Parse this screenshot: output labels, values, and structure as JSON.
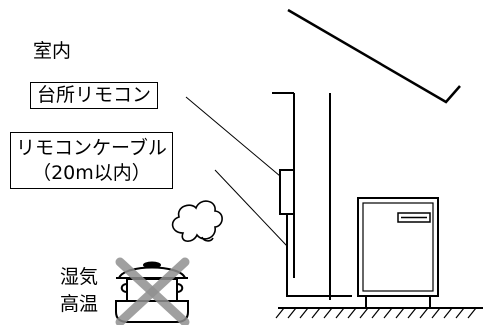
{
  "labels": {
    "room": "室内",
    "kitchen_remote": "台所リモコン",
    "cable_line1": "リモコンケーブル",
    "cable_line2": "（20m以内）",
    "humidity": "湿気",
    "high_temp": "高温"
  }
}
